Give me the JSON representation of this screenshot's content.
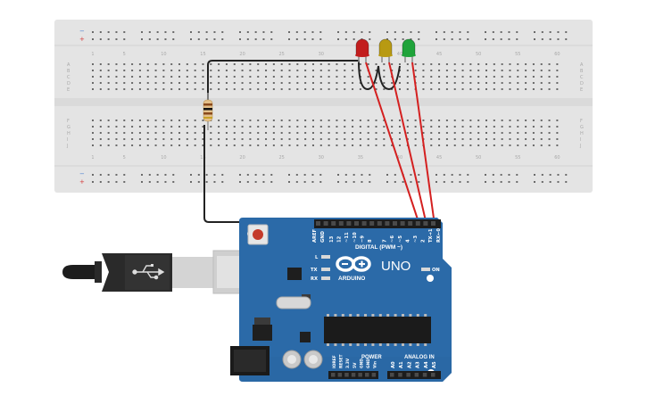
{
  "breadboard": {
    "column_numbers": [
      "1",
      "5",
      "10",
      "15",
      "20",
      "25",
      "30",
      "35",
      "40",
      "45",
      "50",
      "55",
      "60"
    ],
    "row_letters_top": [
      "A",
      "B",
      "C",
      "D",
      "E"
    ],
    "row_letters_bottom": [
      "F",
      "G",
      "H",
      "I",
      "J"
    ],
    "rail_signs": [
      "−",
      "+"
    ]
  },
  "leds": [
    {
      "name": "red-led",
      "color": "#c21e1e"
    },
    {
      "name": "yellow-led",
      "color": "#b89a12"
    },
    {
      "name": "green-led",
      "color": "#1fa33a"
    }
  ],
  "arduino": {
    "model": "UNO",
    "brand": "ARDUINO",
    "on_label": "ON",
    "digital_label": "DIGITAL (PWM ~)",
    "analog_label": "ANALOG IN",
    "power_label": "POWER",
    "aref_label": "AREF",
    "gnd_label": "GND",
    "l_label": "L",
    "tx_label": "TX",
    "rx_label": "RX",
    "digital_pins": [
      "13",
      "12",
      "~11",
      "~10",
      "~9",
      "8",
      "7",
      "~6",
      "~5",
      "4",
      "~3",
      "2",
      "TX→1",
      "RX←0"
    ],
    "power_pins": [
      "IOREF",
      "RESET",
      "3.3V",
      "5V",
      "GND",
      "GND",
      "Vin"
    ],
    "analog_pins": [
      "A0",
      "A1",
      "A2",
      "A3",
      "A4",
      "A5"
    ]
  },
  "colors": {
    "board_blue": "#2b6aa8",
    "wire_red": "#d42020",
    "wire_black": "#222222",
    "breadboard": "#e4e4e4"
  }
}
